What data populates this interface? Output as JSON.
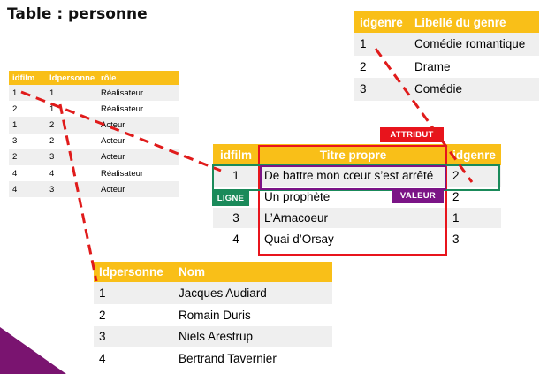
{
  "title": "Table : personne",
  "genre_table": {
    "headers": [
      "idgenre",
      "Libellé du genre"
    ],
    "rows": [
      [
        "1",
        "Comédie romantique"
      ],
      [
        "2",
        "Drame"
      ],
      [
        "3",
        "Comédie"
      ]
    ]
  },
  "film_table": {
    "headers": [
      "idfilm",
      "Idpersonne",
      "rôle"
    ],
    "rows": [
      [
        "1",
        "1",
        "Réalisateur"
      ],
      [
        "2",
        "1",
        "Réalisateur"
      ],
      [
        "1",
        "2",
        "Acteur"
      ],
      [
        "3",
        "2",
        "Acteur"
      ],
      [
        "2",
        "3",
        "Acteur"
      ],
      [
        "4",
        "4",
        "Réalisateur"
      ],
      [
        "4",
        "3",
        "Acteur"
      ]
    ]
  },
  "main_table": {
    "headers": [
      "idfilm",
      "Titre propre",
      "idgenre"
    ],
    "rows": [
      [
        "1",
        "De battre mon cœur s’est arrêté",
        "2"
      ],
      [
        "2",
        "Un prophète",
        "2"
      ],
      [
        "3",
        "L’Arnacoeur",
        "1"
      ],
      [
        "4",
        "Quai d’Orsay",
        "3"
      ]
    ]
  },
  "personne_table": {
    "headers": [
      "Idpersonne",
      "Nom"
    ],
    "rows": [
      [
        "1",
        "Jacques Audiard"
      ],
      [
        "2",
        "Romain Duris"
      ],
      [
        "3",
        "Niels Arestrup"
      ],
      [
        "4",
        "Bertrand Tavernier"
      ]
    ]
  },
  "labels": {
    "attribut": "ATTRIBUT",
    "ligne": "LIGNE",
    "valeur": "VALEUR"
  },
  "colors": {
    "header": "#f9bf18",
    "attribut": "#e8141c",
    "ligne": "#1a8a5a",
    "valeur": "#7b1486",
    "dash": "#e01b1b",
    "corner": "#7a1470"
  }
}
